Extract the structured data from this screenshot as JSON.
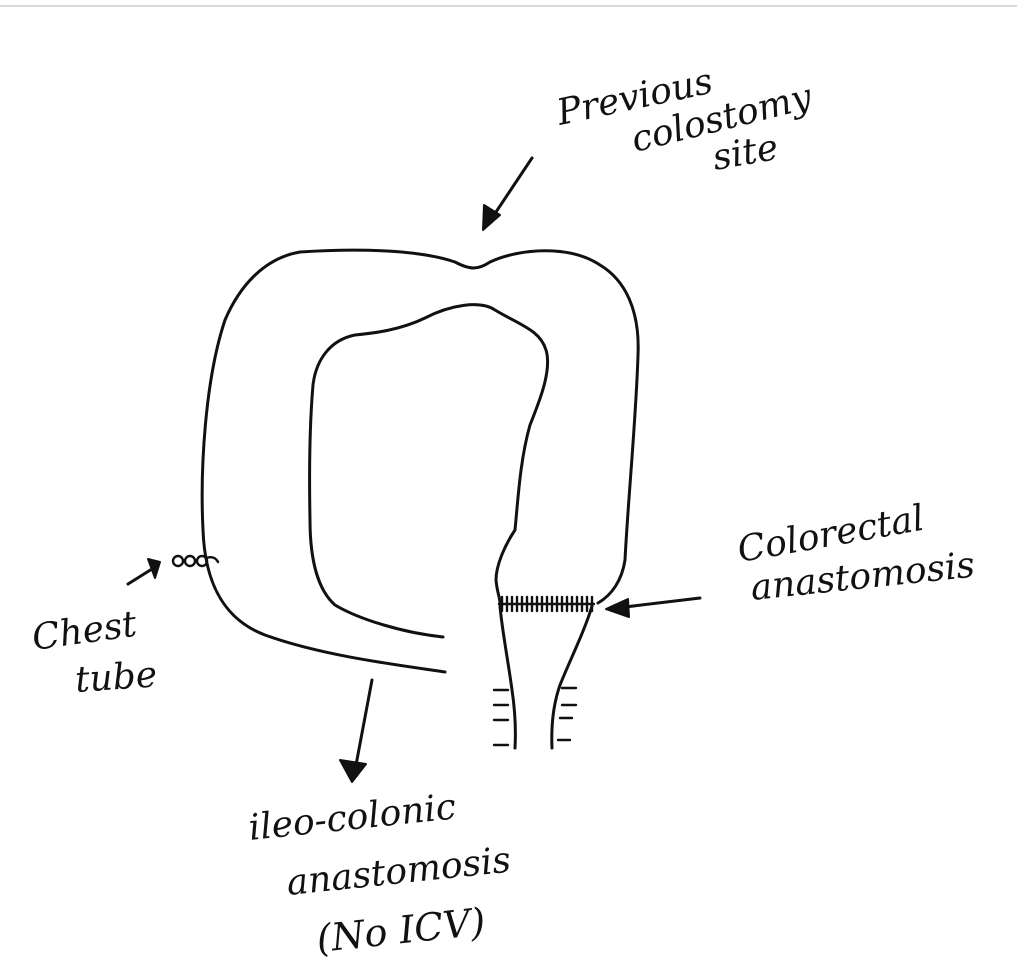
{
  "labels": {
    "previous_colostomy_site": [
      "Previous",
      "colostomy",
      "site"
    ],
    "colorectal_anastomosis": [
      "Colorectal",
      "anastomosis"
    ],
    "chest_tube": [
      "Chest",
      "tube"
    ],
    "ileo_colonic_anastomosis": [
      "ileo-colonic",
      "anastomosis",
      "(No ICV)"
    ]
  },
  "colors": {
    "ink": "#111111",
    "background": "#ffffff"
  }
}
